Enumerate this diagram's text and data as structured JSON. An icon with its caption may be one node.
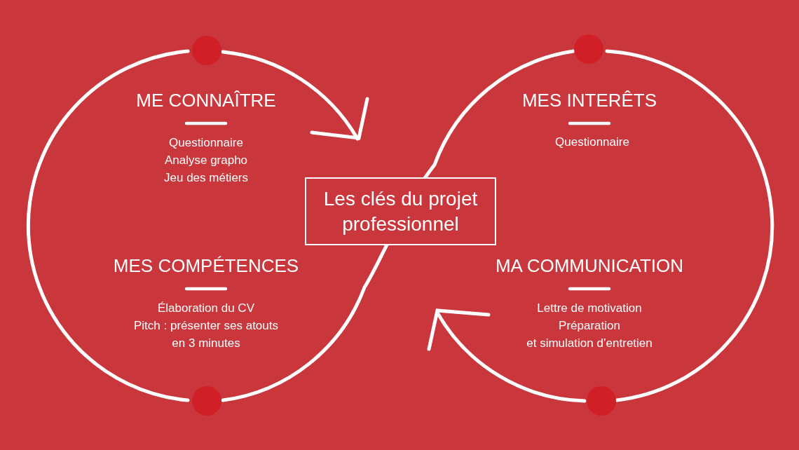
{
  "diagram": {
    "nodes": [
      {
        "text": [
          "Les clés du projet professionnel"
        ]
      }
    ],
    "labels": [
      "ME CONNAÎTRE",
      "Questionnaire",
      "Analyse grapho",
      "Jeu des métiers",
      "MES INTERÊTS",
      "Questionnaire",
      "MES COMPÉTENCES",
      "Élaboration du CV",
      "Pitch : présenter ses atouts",
      "en 3 minutes",
      "MA COMMUNICATION",
      "Lettre de motivation",
      "Préparation",
      "et simulation d’entretien"
    ]
  }
}
